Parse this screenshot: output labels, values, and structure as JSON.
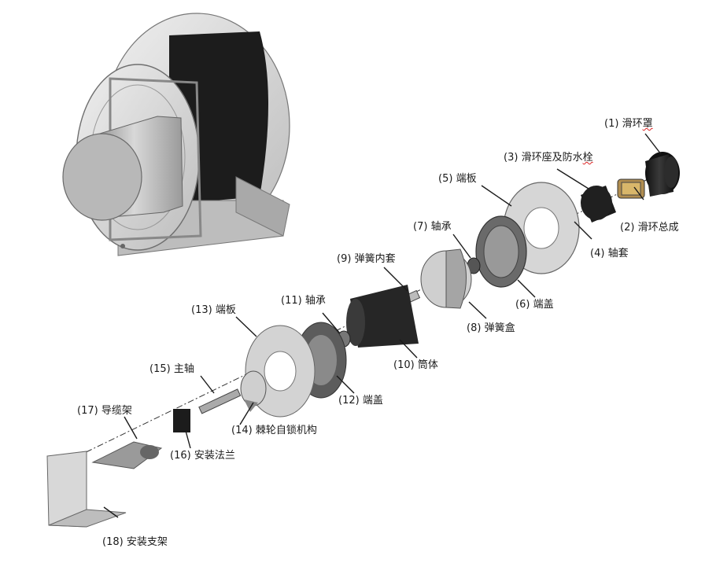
{
  "parts": [
    {
      "num": "(1)",
      "name": "滑环罩",
      "name_main": "滑环",
      "name_tail": "罩"
    },
    {
      "num": "(2)",
      "name": "滑环总成"
    },
    {
      "num": "(3)",
      "name": "滑环座及防水栓",
      "name_main": "滑环座及防水",
      "name_tail": "栓"
    },
    {
      "num": "(4)",
      "name": "轴套"
    },
    {
      "num": "(5)",
      "name": "端板"
    },
    {
      "num": "(6)",
      "name": "端盖"
    },
    {
      "num": "(7)",
      "name": "轴承"
    },
    {
      "num": "(8)",
      "name": "弹簧盒"
    },
    {
      "num": "(9)",
      "name": "弹簧内套"
    },
    {
      "num": "(10)",
      "name": "筒体"
    },
    {
      "num": "(11)",
      "name": "轴承"
    },
    {
      "num": "(12)",
      "name": "端盖"
    },
    {
      "num": "(13)",
      "name": "端板"
    },
    {
      "num": "(14)",
      "name": "棘轮自锁机构"
    },
    {
      "num": "(15)",
      "name": "主轴"
    },
    {
      "num": "(16)",
      "name": "安装法兰"
    },
    {
      "num": "(17)",
      "name": "导缆架"
    },
    {
      "num": "(18)",
      "name": "安装支架"
    }
  ],
  "colors": {
    "metal": "#c9c9c9",
    "dark": "#1e1e1e",
    "line": "#222222",
    "text": "#1a1a1a"
  }
}
